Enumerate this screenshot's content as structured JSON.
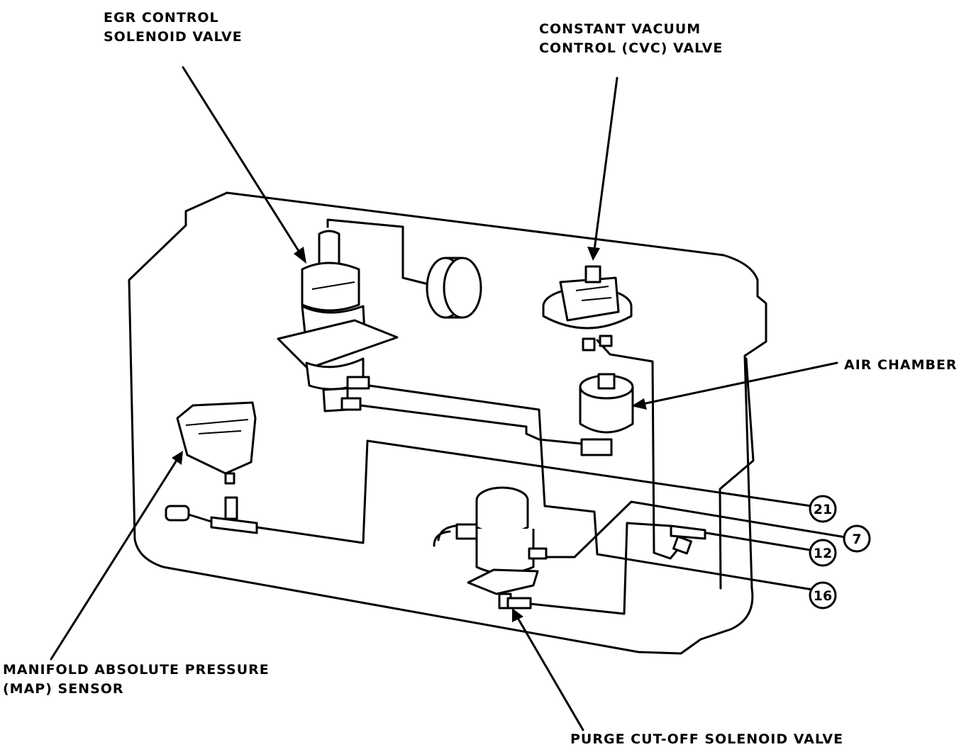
{
  "labels": {
    "egr_line1": "EGR CONTROL",
    "egr_line2": "SOLENOID VALVE",
    "cvc_line1": "CONSTANT VACUUM",
    "cvc_line2": "CONTROL (CVC) VALVE",
    "air_chamber": "AIR CHAMBER",
    "map_line1": "MANIFOLD ABSOLUTE PRESSURE",
    "map_line2": "(MAP) SENSOR",
    "purge": "PURGE CUT-OFF SOLENOID VALVE"
  },
  "callouts": [
    "21",
    "7",
    "12",
    "16"
  ]
}
